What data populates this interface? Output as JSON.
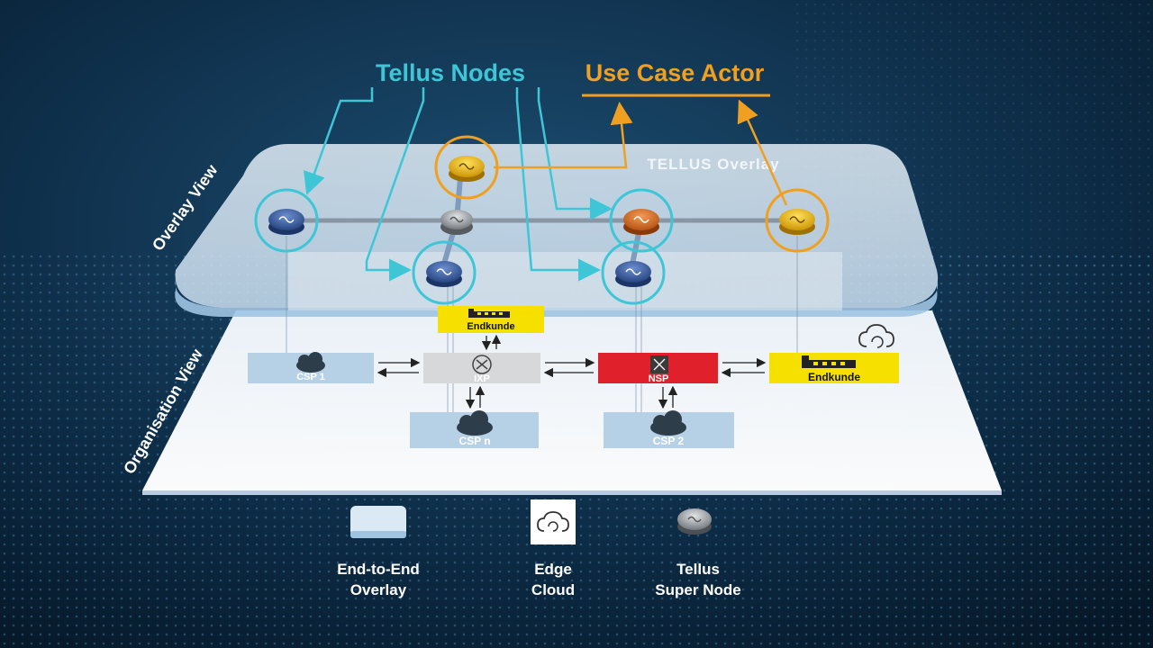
{
  "title_labels": {
    "tellus_nodes": "Tellus Nodes",
    "use_case_actor": "Use Case Actor"
  },
  "overlay_view_label": "Overlay View",
  "organisation_view_label": "Organisation View",
  "overlay_plate_title": "TELLUS Overlay",
  "boxes": {
    "csp1": "CSP 1",
    "ixp": "IXP",
    "nsp": "NSP",
    "endkunde_top": "Endkunde",
    "endkunde_right": "Endkunde",
    "csp_n": "CSP n",
    "csp2": "CSP 2"
  },
  "legend": {
    "overlay_line1": "End-to-End",
    "overlay_line2": "Overlay",
    "edge_line1": "Edge",
    "edge_line2": "Cloud",
    "node_line1": "Tellus",
    "node_line2": "Super Node"
  },
  "colors": {
    "tellus_nodes": "#3ec6d6",
    "use_case_actor": "#f0a020",
    "nsp_red": "#e0202a",
    "endkunde_yellow": "#f5e000",
    "node_blue": "#2c4f8f",
    "node_orange": "#d86a20",
    "node_gold": "#e8b010",
    "node_gray": "#8a8f94"
  },
  "icons": {
    "edge_cloud": "cloud-refresh-icon",
    "building": "building-icon",
    "router": "router-icon",
    "cloud": "cloud-icon"
  }
}
